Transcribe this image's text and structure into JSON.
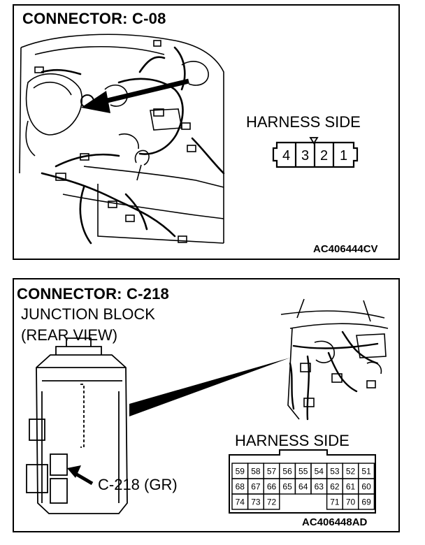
{
  "top_panel": {
    "title": "CONNECTOR: C-08",
    "harness_label": "HARNESS SIDE",
    "pins": [
      "4",
      "3",
      "2",
      "1"
    ],
    "figure_code": "AC406444CV"
  },
  "bottom_panel": {
    "title": "CONNECTOR: C-218",
    "subtitle_line1": "JUNCTION BLOCK",
    "subtitle_line2": "(REAR VIEW)",
    "pointer_label": "C-218 (GR)",
    "harness_label": "HARNESS SIDE",
    "pin_rows": [
      [
        "59",
        "58",
        "57",
        "56",
        "55",
        "54",
        "53",
        "52",
        "51"
      ],
      [
        "68",
        "67",
        "66",
        "65",
        "64",
        "63",
        "62",
        "61",
        "60"
      ],
      [
        "74",
        "73",
        "72",
        "",
        "",
        "",
        "71",
        "70",
        "69"
      ]
    ],
    "figure_code": "AC406448AD"
  }
}
